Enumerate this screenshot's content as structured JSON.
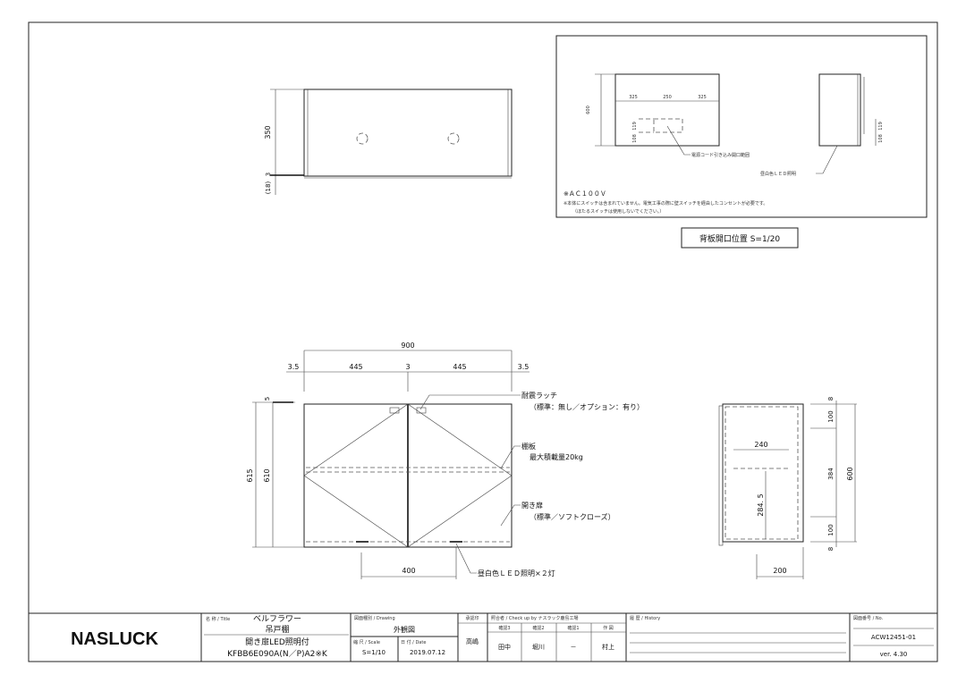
{
  "top_view": {
    "dim_depth": "350",
    "dim_gap": "3",
    "dim_offset": "(18)"
  },
  "back_panel_detail": {
    "dim_height": "600",
    "dim_left": "325",
    "dim_center": "250",
    "dim_right": "325",
    "dim_opening": "119",
    "dim_bottom": "108",
    "side_dim_opening": "119",
    "side_dim_bottom": "108",
    "cord_opening_label": "電源コード引き込み開口範囲",
    "led_label": "昼白色ＬＥＤ照明",
    "note_1": "※ＡＣ１００Ｖ",
    "note_2": "※本体にスイッチは含まれていません。電気工事の際に壁スイッチを経由したコンセントが必要です。",
    "note_3": "（ほたるスイッチは使用しないでください。）",
    "caption": "背板開口位置 S=1/20"
  },
  "front_view": {
    "dim_total_width": "900",
    "dim_left_edge": "3.5",
    "dim_left_door": "445",
    "dim_center_gap": "3",
    "dim_right_door": "445",
    "dim_right_edge": "3.5",
    "dim_total_height": "615",
    "dim_door_height": "610",
    "dim_top": "5",
    "dim_led_spacing": "400",
    "latch_label": "耐震ラッチ",
    "latch_note": "（標準：無し／オプション：有り）",
    "shelf_label": "棚板",
    "shelf_note": "最大積載量20kg",
    "door_label": "開き扉",
    "door_note": "（標準／ソフトクローズ）",
    "led_label": "昼白色ＬＥＤ照明×２灯"
  },
  "side_view": {
    "dim_top": "8",
    "dim_upper": "100",
    "dim_middle": "384",
    "dim_lower": "100",
    "dim_bottom": "8",
    "dim_height": "600",
    "dim_shelf_depth": "240",
    "dim_shelf_height": "284. 5",
    "dim_depth": "200"
  },
  "title_block": {
    "logo": "NASLUCK",
    "title_label": "名 称 / Title",
    "title_1": "ベルフラワー",
    "title_2": "吊戸棚",
    "title_3": "開き扉LED照明付",
    "model": "KFBB6E090A(N／P)A2※K",
    "drawing_label": "図面種別 / Drawing",
    "drawing": "外観図",
    "scale_label": "縮 尺 / Scale",
    "scale": "S=1/10",
    "date_label": "日 付 / Date",
    "date": "2019.07.12",
    "approval_label": "承認印",
    "approver": "高嶋",
    "check_label": "照合者 / Check up by ナスラック鹿島工場",
    "check_headers": [
      "確認3",
      "確認2",
      "確認1",
      "作 図"
    ],
    "check_values": [
      "田中",
      "堀川",
      "－",
      "村上"
    ],
    "history_label": "履 歴 / History",
    "number_label": "図面番号 / No.",
    "number": "ACW12451-01",
    "version": "ver. 4.30"
  }
}
